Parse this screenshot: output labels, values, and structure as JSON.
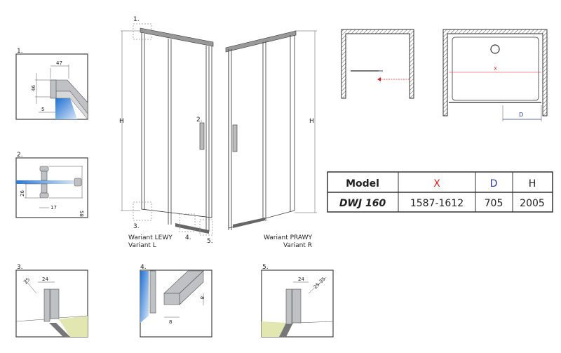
{
  "details": {
    "d1": {
      "label": "1.",
      "dims": [
        "47",
        "46",
        "5"
      ]
    },
    "d2": {
      "label": "2.",
      "dims": [
        "26",
        "17",
        "58"
      ]
    },
    "d3": {
      "label": "3.",
      "dims": [
        "24",
        "25"
      ]
    },
    "d4": {
      "label": "4.",
      "dims": [
        "8",
        "8"
      ]
    },
    "d5": {
      "label": "5.",
      "dims": [
        "24",
        "25-35"
      ]
    }
  },
  "main": {
    "callouts": [
      "1.",
      "2.",
      "3.",
      "4.",
      "5."
    ],
    "height_label": "H",
    "variant_left": [
      "Wariant LEWY",
      "Variant L"
    ],
    "variant_right": [
      "Wariant PRAWY",
      "Variant R"
    ]
  },
  "plans": {
    "x_label": "X",
    "d_label": "D"
  },
  "table": {
    "headers": [
      "Model",
      "X",
      "D",
      "H"
    ],
    "row": [
      "DWJ 160",
      "1587-1612",
      "705",
      "2005"
    ],
    "colors": {
      "x": "#e32020",
      "d": "#2b3aa8",
      "default": "#222222"
    }
  }
}
